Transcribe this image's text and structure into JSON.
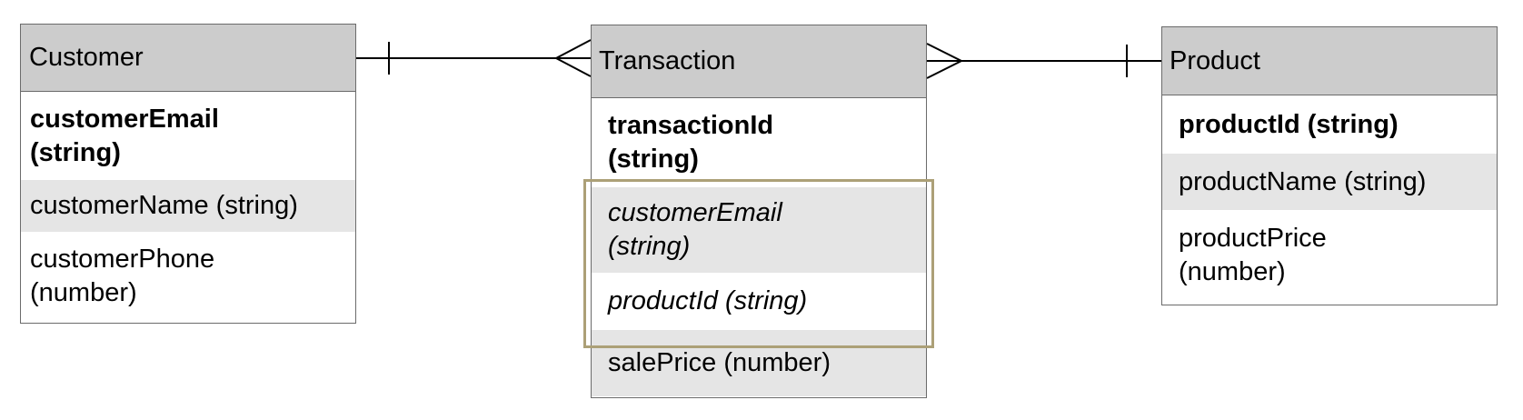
{
  "colors": {
    "header_fill": "#cccccc",
    "shaded_row_fill": "#e5e5e5",
    "entity_border": "#6b6b6b",
    "relationship_line": "#000000",
    "foreign_key_group_outline": "#aca077"
  },
  "entities": {
    "customer": {
      "title": "Customer",
      "fields": [
        {
          "label": "customerEmail\n(string)",
          "primary_key": true,
          "shaded": false
        },
        {
          "label": "customerName (string)",
          "primary_key": false,
          "shaded": true
        },
        {
          "label": "customerPhone\n(number)",
          "primary_key": false,
          "shaded": false
        }
      ]
    },
    "transaction": {
      "title": "Transaction",
      "fields": [
        {
          "label": "transactionId\n  (string)",
          "primary_key": true,
          "shaded": false
        },
        {
          "label": "customerEmail\n  (string)",
          "foreign_key": true,
          "shaded": true
        },
        {
          "label": "productId (string)",
          "foreign_key": true,
          "shaded": false
        },
        {
          "label": "salePrice (number)",
          "primary_key": false,
          "shaded": true
        }
      ]
    },
    "product": {
      "title": "Product",
      "fields": [
        {
          "label": "productId (string)",
          "primary_key": true,
          "shaded": false
        },
        {
          "label": "productName (string)",
          "primary_key": false,
          "shaded": true
        },
        {
          "label": "productPrice\n  (number)",
          "primary_key": false,
          "shaded": false
        }
      ]
    }
  },
  "relationships": [
    {
      "from": "Customer",
      "from_end": "one",
      "to": "Transaction",
      "to_end": "many"
    },
    {
      "from": "Transaction",
      "from_end": "many",
      "to": "Product",
      "to_end": "one"
    }
  ]
}
